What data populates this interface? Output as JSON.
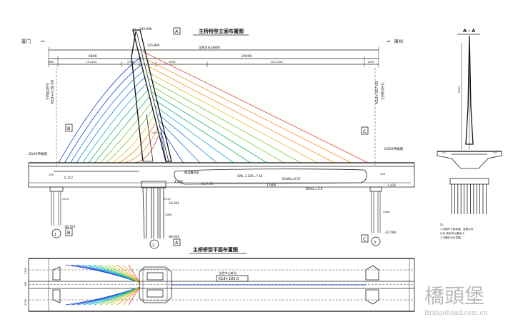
{
  "elevation": {
    "title": "主桥桥型立面布置图",
    "left_direction": "厦门",
    "right_direction": "漳州",
    "total_length": "全桥总长28800",
    "spans": {
      "left": "6800",
      "right": "20000"
    },
    "dims": [
      "660",
      "13×400",
      "2330",
      "3000",
      "13×1200",
      "1400"
    ],
    "left_station": "K18+0.30.00",
    "right_station": "K18+327.00",
    "left_station_note": "主桥起点桩号",
    "right_station_note": "主桥终点桩号",
    "tower_top_elev": "140.998",
    "tower_mid_elev": "125.899",
    "left_expansion_joint": "D160伸缩缝",
    "right_expansion_joint": "D320伸缩缝",
    "deck_elev_left": "5.717",
    "deck_elev_right": "1.416",
    "tower_base_elev": "4.200",
    "girder_label": "钢混叠合梁",
    "pier_height_left": "200",
    "pier_height_right": "250",
    "water_levels": [
      "H=7.72",
      "SWL 3.320=7.46",
      "DHWL=6.57",
      "DHHL=-2.5"
    ],
    "mid_dim": "17000",
    "pile_dims": {
      "left": "2150",
      "tower": "2280",
      "right": "2280",
      "cap": "0310"
    },
    "pile_bottom_elevs": {
      "left": "-38.763",
      "tower_cap": "-16.601",
      "tower": "-46.601",
      "right": "-42.584"
    },
    "section_marks": [
      "A",
      "A",
      "B",
      "B",
      "C",
      "C"
    ],
    "pier_labels": [
      "1",
      "2",
      "3"
    ]
  },
  "section": {
    "title": "A - A",
    "height_dim": "5000",
    "notes": [
      "注:",
      "1.本图尺寸除标高、里程以米",
      "  计外,其余均以厘米计。",
      "2.本图仅为示意图。"
    ]
  },
  "plan": {
    "title": "主桥桥型平面布置图",
    "center_label": "主桥中心桩号",
    "center_station": "K18+183.0",
    "widths": [
      "2150",
      "2150",
      "300"
    ]
  },
  "watermark": {
    "logo_text": "橋頭堡",
    "site": "Bridgehead.com.cn"
  },
  "colors": {
    "cable_palette": [
      "#1a3fd6",
      "#1e7be8",
      "#19b4d0",
      "#23b36e",
      "#7cc63a",
      "#d8c325",
      "#f0921e",
      "#e3402c"
    ],
    "line": "#222222",
    "watermark": "#b9b9b9"
  }
}
